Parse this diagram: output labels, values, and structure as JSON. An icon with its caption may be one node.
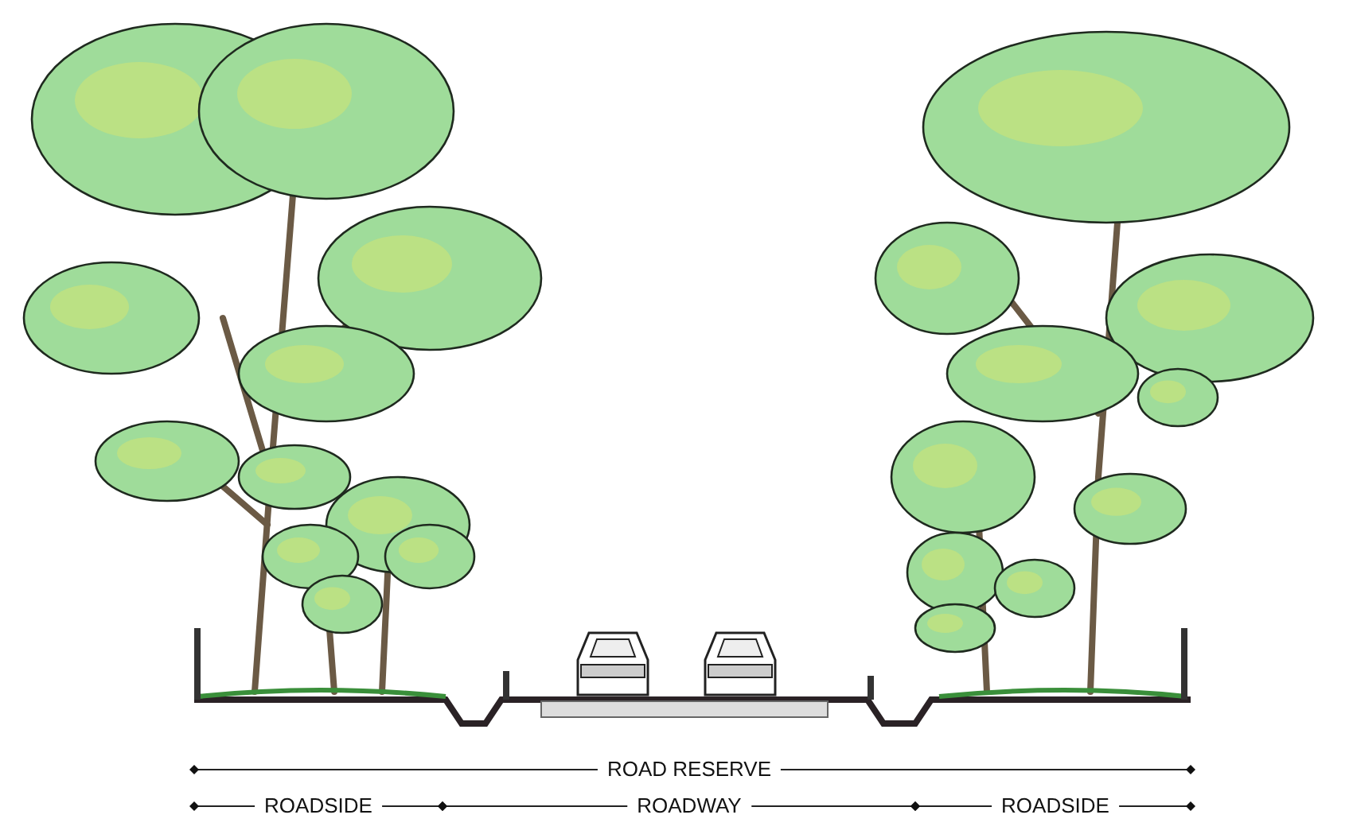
{
  "diagram": {
    "labels": [
      "ROAD RESERVE",
      "ROADSIDE",
      "ROADWAY",
      "ROADSIDE"
    ]
  }
}
